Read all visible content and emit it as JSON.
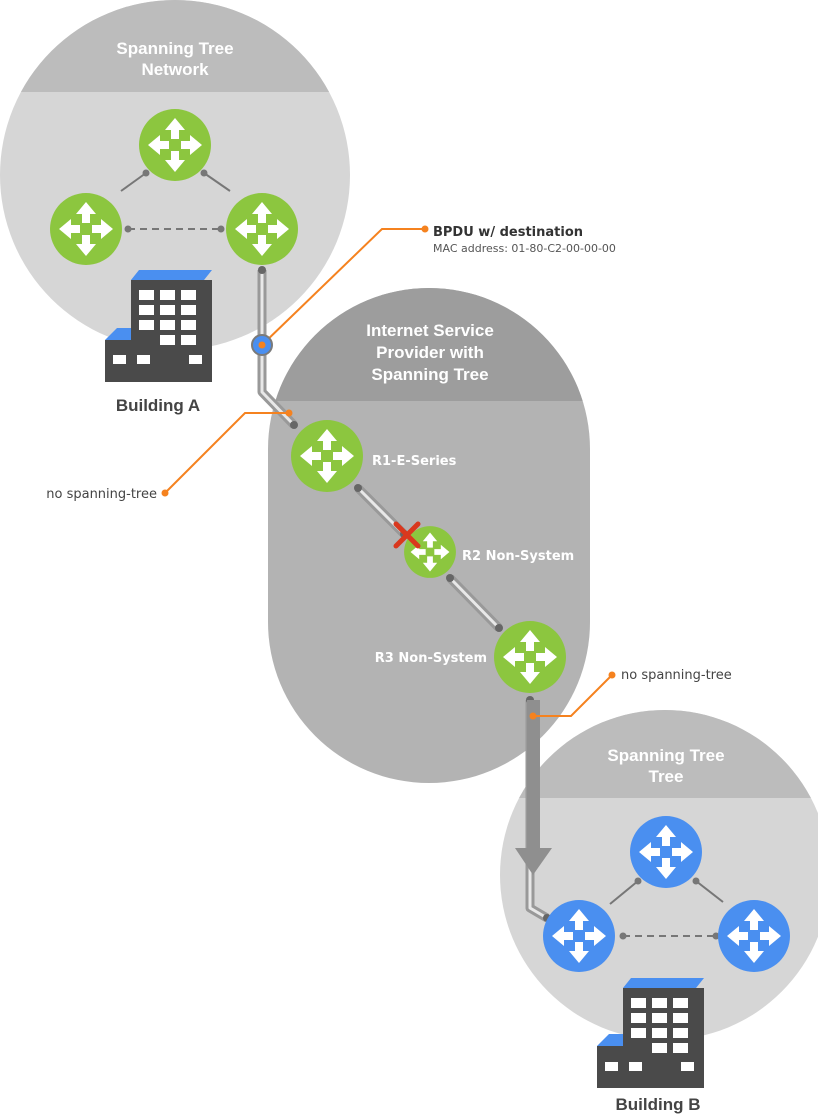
{
  "regions": {
    "network_a": {
      "title_line1": "Spanning Tree",
      "title_line2": "Network"
    },
    "isp": {
      "title_line1": "Internet Service",
      "title_line2": "Provider with",
      "title_line3": "Spanning Tree"
    },
    "network_b": {
      "title_line1": "Spanning Tree",
      "title_line2": "Tree"
    }
  },
  "buildings": {
    "a": "Building A",
    "b": "Building B"
  },
  "routers": {
    "r1": "R1-E-Series",
    "r2": "R2 Non-System",
    "r3": "R3 Non-System"
  },
  "callouts": {
    "bpdu_title": "BPDU w/ destination",
    "bpdu_mac": "MAC address: 01-80-C2-00-00-00",
    "no_stp_left": "no spanning-tree",
    "no_stp_right": "no spanning-tree"
  },
  "colors": {
    "region_light": "#d6d6d6",
    "region_header": "#bcbcbc",
    "isp_body": "#b3b3b3",
    "isp_header": "#9d9d9d",
    "router_green": "#8cc63f",
    "router_blue": "#4a8ff0",
    "callout_orange": "#f5821f",
    "blocked_red": "#d9381e",
    "building": "#4a4a4a",
    "building_roof": "#4a8ff0"
  },
  "icons": [
    "router-icon",
    "building-icon",
    "blocked-x-icon",
    "bpdu-marker-icon",
    "arrow-down-icon"
  ]
}
